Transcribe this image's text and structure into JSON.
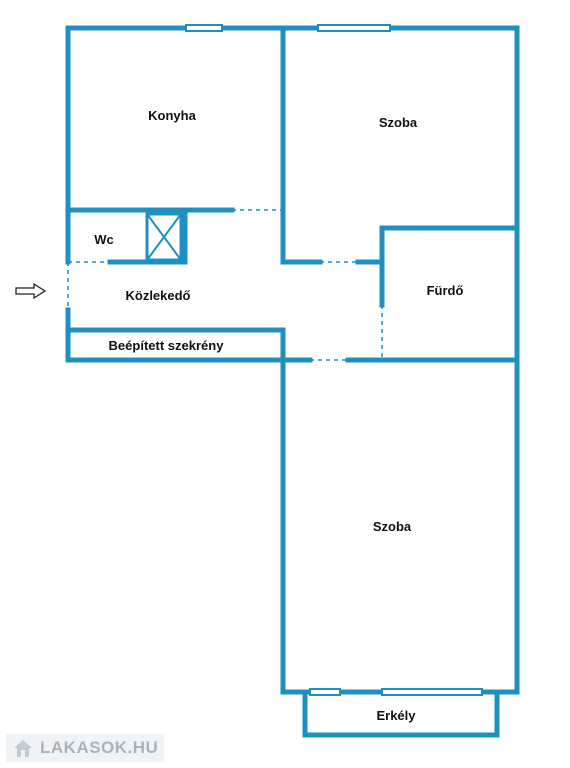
{
  "rooms": {
    "kitchen": "Konyha",
    "room_top": "Szoba",
    "wc": "Wc",
    "hall": "Közlekedő",
    "bathroom": "Fürdő",
    "wardrobe": "Beépített szekrény",
    "room_bottom": "Szoba",
    "balcony": "Erkély"
  },
  "watermark": {
    "text": "LAKASOK.HU",
    "icon": "house-icon"
  },
  "colors": {
    "wall": "#1e8fbf",
    "label": "#111111",
    "watermark": "#9aa6b0"
  },
  "entrance": {
    "icon": "arrow-right-icon"
  }
}
